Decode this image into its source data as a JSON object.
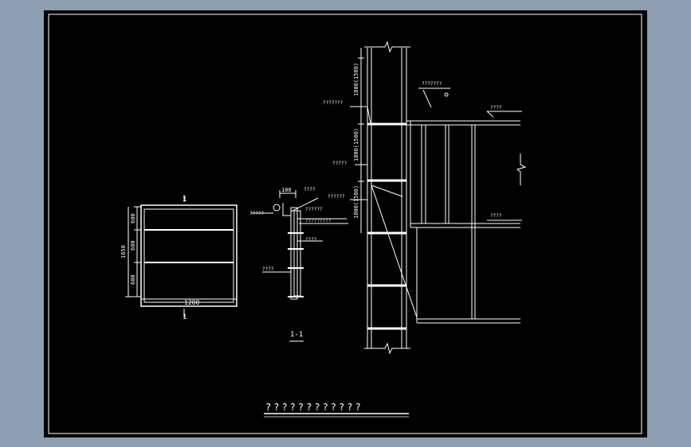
{
  "drawing": {
    "background": "#000000",
    "line_color": "#ffffff",
    "panel_view": {
      "section_mark_top": "1",
      "section_mark_bottom": "1",
      "width_dim": "1200",
      "height_total": "1650",
      "height_segments": [
        "600",
        "600",
        "600"
      ]
    },
    "section_detail": {
      "dim_top": "100",
      "callouts": [
        "????",
        "??????",
        "?????????",
        "????",
        "????"
      ],
      "side_note": "?????",
      "caption": "1-1"
    },
    "elevation": {
      "spacing_labels": [
        "1800(1500)",
        "1800(1500)",
        "1800(1500)"
      ],
      "left_callouts": [
        "???????",
        "?????",
        "??????"
      ],
      "top_callout": "???????",
      "right_callout_top": "????",
      "right_callout_mid": "????"
    },
    "title": "????????????"
  }
}
